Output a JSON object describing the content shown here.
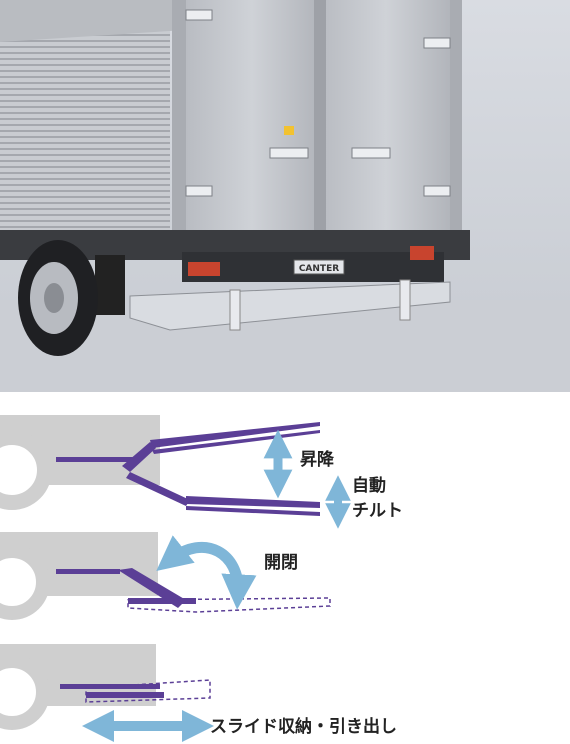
{
  "photo": {
    "brand_plate": "CANTER"
  },
  "diagrams": {
    "lift": {
      "label_raise": "昇降",
      "label_tilt_line1": "自動",
      "label_tilt_line2": "チルト"
    },
    "fold": {
      "label_open_close": "開閉"
    },
    "slide": {
      "label_slide": "スライド収納・引き出し"
    }
  },
  "colors": {
    "platform_purple": "#5b3f96",
    "arrow_blue": "#7fb6d8",
    "body_gray": "#cfcfcf"
  }
}
